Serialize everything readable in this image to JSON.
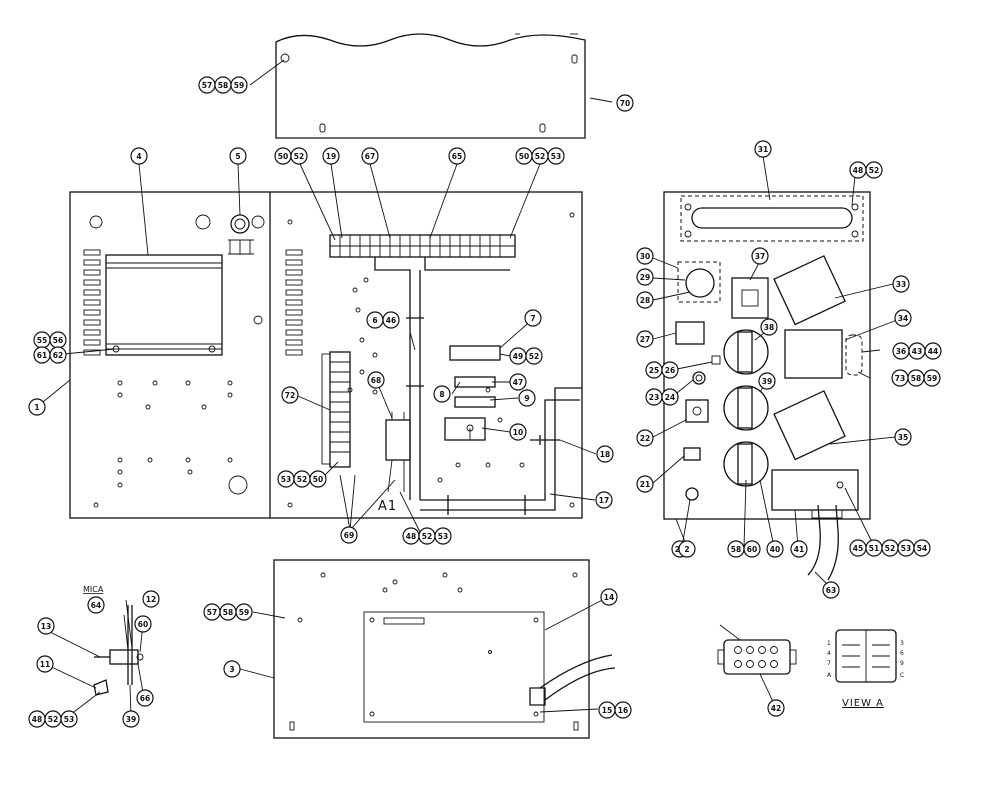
{
  "labels": {
    "mica": "MICA",
    "view_a": "VIEW A",
    "a1": "A1",
    "pin_left": [
      "1",
      "4",
      "7",
      "A"
    ],
    "pin_right": [
      "3",
      "6",
      "9",
      "C"
    ]
  },
  "callouts": [
    {
      "id": "c70",
      "label": "70"
    },
    {
      "id": "c57a",
      "label": "57"
    },
    {
      "id": "c58a",
      "label": "58"
    },
    {
      "id": "c59a",
      "label": "59"
    },
    {
      "id": "c4",
      "label": "4"
    },
    {
      "id": "c5",
      "label": "5"
    },
    {
      "id": "c50a",
      "label": "50"
    },
    {
      "id": "c52a",
      "label": "52"
    },
    {
      "id": "c19",
      "label": "19"
    },
    {
      "id": "c67",
      "label": "67"
    },
    {
      "id": "c65",
      "label": "65"
    },
    {
      "id": "c50b",
      "label": "50"
    },
    {
      "id": "c52b",
      "label": "52"
    },
    {
      "id": "c53b",
      "label": "53"
    },
    {
      "id": "c31",
      "label": "31"
    },
    {
      "id": "c48a",
      "label": "48"
    },
    {
      "id": "c52c",
      "label": "52"
    },
    {
      "id": "c30",
      "label": "30"
    },
    {
      "id": "c29",
      "label": "29"
    },
    {
      "id": "c28",
      "label": "28"
    },
    {
      "id": "c37",
      "label": "37"
    },
    {
      "id": "c33",
      "label": "33"
    },
    {
      "id": "c27",
      "label": "27"
    },
    {
      "id": "c38",
      "label": "38"
    },
    {
      "id": "c34",
      "label": "34"
    },
    {
      "id": "c25",
      "label": "25"
    },
    {
      "id": "c26",
      "label": "26"
    },
    {
      "id": "c36",
      "label": "36"
    },
    {
      "id": "c43",
      "label": "43"
    },
    {
      "id": "c44",
      "label": "44"
    },
    {
      "id": "c23",
      "label": "23"
    },
    {
      "id": "c24",
      "label": "24"
    },
    {
      "id": "c39",
      "label": "39"
    },
    {
      "id": "c73",
      "label": "73"
    },
    {
      "id": "c58b",
      "label": "58"
    },
    {
      "id": "c59b",
      "label": "59"
    },
    {
      "id": "c22",
      "label": "22"
    },
    {
      "id": "c35",
      "label": "35"
    },
    {
      "id": "c21",
      "label": "21"
    },
    {
      "id": "c20",
      "label": "20"
    },
    {
      "id": "c2",
      "label": "2"
    },
    {
      "id": "c58c",
      "label": "58"
    },
    {
      "id": "c60a",
      "label": "60"
    },
    {
      "id": "c40",
      "label": "40"
    },
    {
      "id": "c41",
      "label": "41"
    },
    {
      "id": "c45",
      "label": "45"
    },
    {
      "id": "c51",
      "label": "51"
    },
    {
      "id": "c52d",
      "label": "52"
    },
    {
      "id": "c53d",
      "label": "53"
    },
    {
      "id": "c54",
      "label": "54"
    },
    {
      "id": "c63",
      "label": "63"
    },
    {
      "id": "c55",
      "label": "55"
    },
    {
      "id": "c56",
      "label": "56"
    },
    {
      "id": "c61",
      "label": "61"
    },
    {
      "id": "c62",
      "label": "62"
    },
    {
      "id": "c1",
      "label": "1"
    },
    {
      "id": "c6",
      "label": "6"
    },
    {
      "id": "c46",
      "label": "46"
    },
    {
      "id": "c7",
      "label": "7"
    },
    {
      "id": "c49",
      "label": "49"
    },
    {
      "id": "c52e",
      "label": "52"
    },
    {
      "id": "c47",
      "label": "47"
    },
    {
      "id": "c8",
      "label": "8"
    },
    {
      "id": "c9",
      "label": "9"
    },
    {
      "id": "c10",
      "label": "10"
    },
    {
      "id": "c72",
      "label": "72"
    },
    {
      "id": "c68",
      "label": "68"
    },
    {
      "id": "c18",
      "label": "18"
    },
    {
      "id": "c17",
      "label": "17"
    },
    {
      "id": "c53e",
      "label": "53"
    },
    {
      "id": "c52f",
      "label": "52"
    },
    {
      "id": "c50e",
      "label": "50"
    },
    {
      "id": "c69",
      "label": "69"
    },
    {
      "id": "c48b",
      "label": "48"
    },
    {
      "id": "c52g",
      "label": "52"
    },
    {
      "id": "c53g",
      "label": "53"
    },
    {
      "id": "c64",
      "label": "64"
    },
    {
      "id": "c12",
      "label": "12"
    },
    {
      "id": "c13",
      "label": "13"
    },
    {
      "id": "c60b",
      "label": "60"
    },
    {
      "id": "c11",
      "label": "11"
    },
    {
      "id": "c66",
      "label": "66"
    },
    {
      "id": "c48c",
      "label": "48"
    },
    {
      "id": "c52h",
      "label": "52"
    },
    {
      "id": "c53h",
      "label": "53"
    },
    {
      "id": "c39b",
      "label": "39"
    },
    {
      "id": "c57d",
      "label": "57"
    },
    {
      "id": "c58d",
      "label": "58"
    },
    {
      "id": "c59d",
      "label": "59"
    },
    {
      "id": "c3",
      "label": "3"
    },
    {
      "id": "c14",
      "label": "14"
    },
    {
      "id": "c15",
      "label": "15"
    },
    {
      "id": "c16",
      "label": "16"
    },
    {
      "id": "c42",
      "label": "42"
    }
  ]
}
